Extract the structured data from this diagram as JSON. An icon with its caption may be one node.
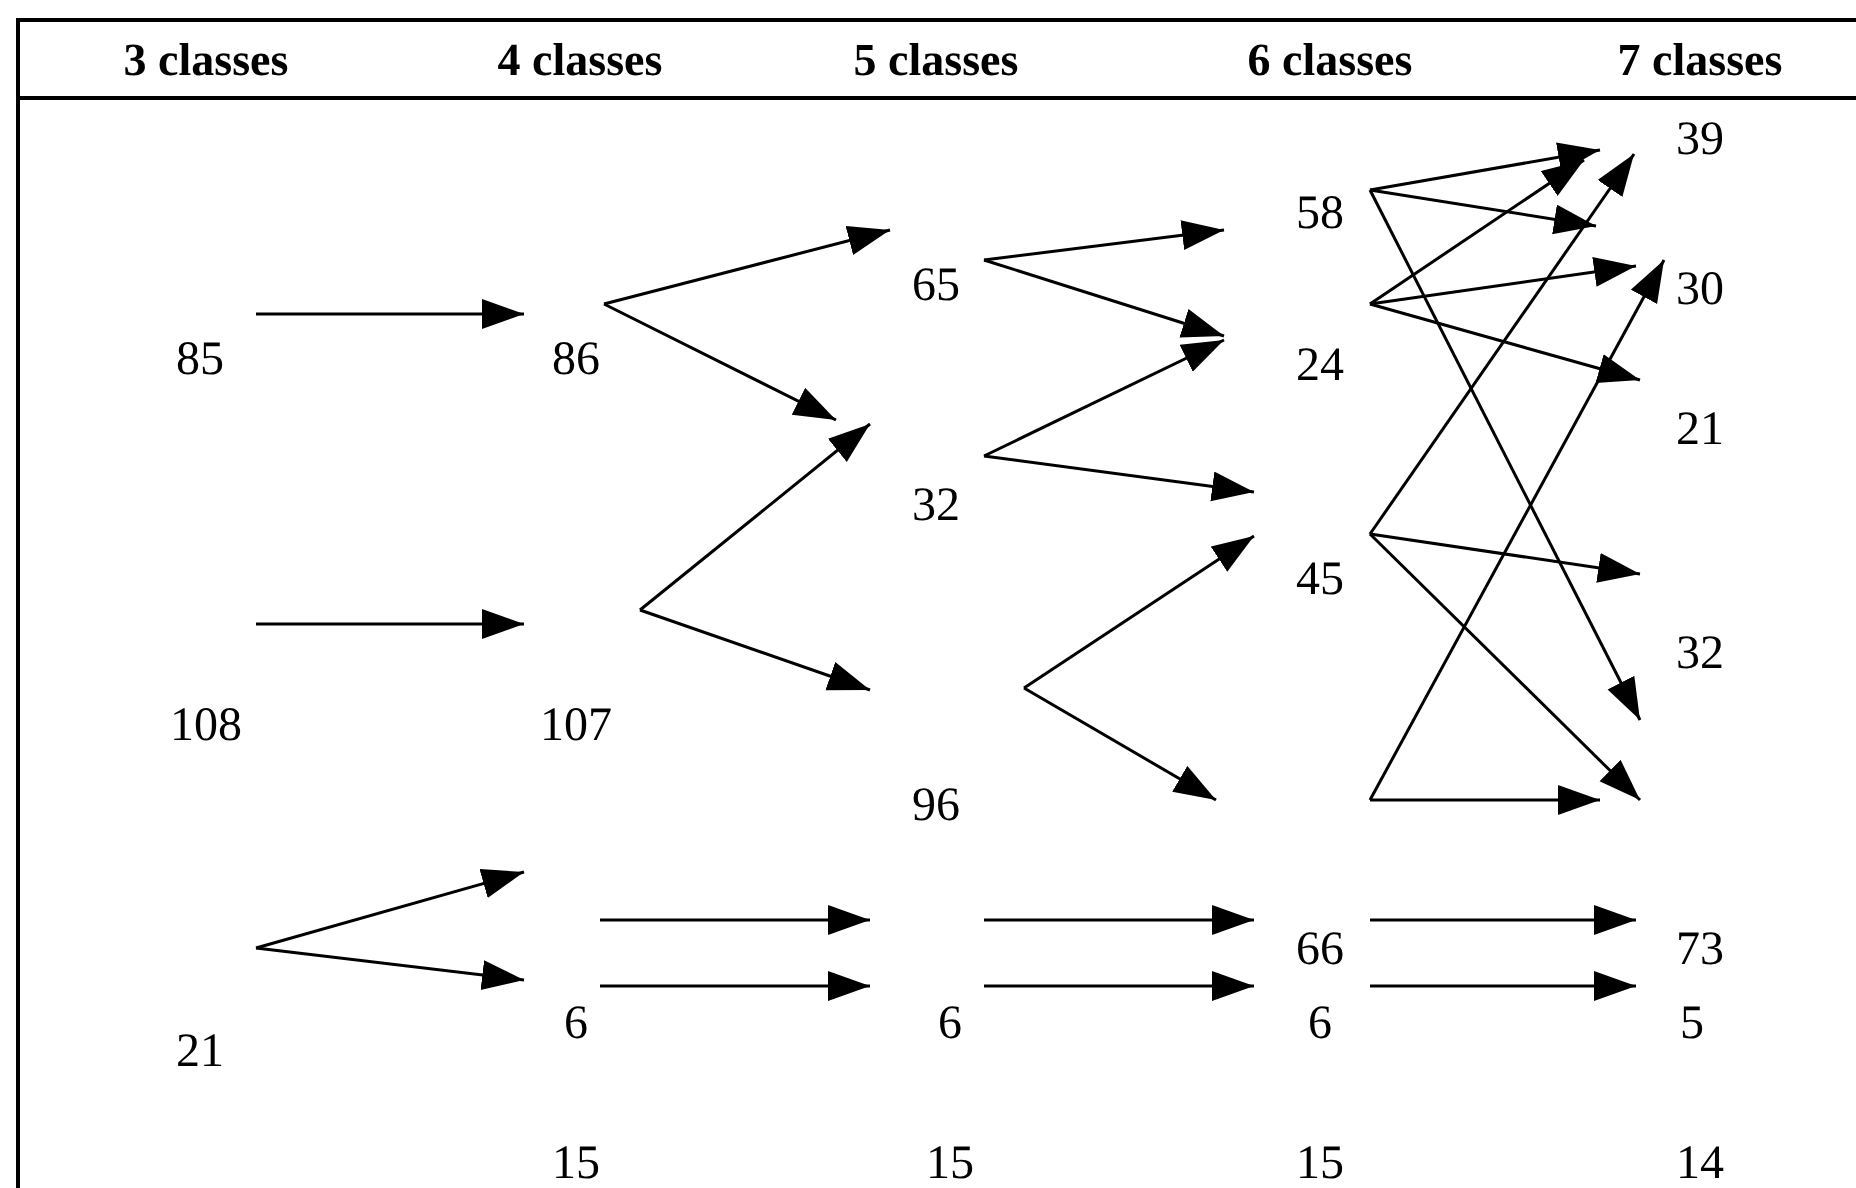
{
  "diagram": {
    "nodes": [
      {
        "text": [
          "85"
        ]
      },
      {
        "text": [
          "108"
        ]
      },
      {
        "text": [
          "21"
        ]
      },
      {
        "text": [
          "86"
        ]
      },
      {
        "text": [
          "107"
        ]
      },
      {
        "text": [
          "6"
        ]
      },
      {
        "text": [
          "15"
        ]
      },
      {
        "text": [
          "65"
        ]
      },
      {
        "text": [
          "32"
        ]
      },
      {
        "text": [
          "96"
        ]
      },
      {
        "text": [
          "6"
        ]
      },
      {
        "text": [
          "15"
        ]
      },
      {
        "text": [
          "58"
        ]
      },
      {
        "text": [
          "24"
        ]
      },
      {
        "text": [
          "45"
        ]
      },
      {
        "text": [
          "66"
        ]
      },
      {
        "text": [
          "6"
        ]
      },
      {
        "text": [
          "15"
        ]
      },
      {
        "text": [
          "39"
        ]
      },
      {
        "text": [
          "30"
        ]
      },
      {
        "text": [
          "21"
        ]
      },
      {
        "text": [
          "32"
        ]
      },
      {
        "text": [
          "73"
        ]
      },
      {
        "text": [
          "5"
        ]
      },
      {
        "text": [
          "14"
        ]
      }
    ],
    "edges": [
      {
        "from": 0,
        "to": 3,
        "arrow": "to"
      },
      {
        "from": 1,
        "to": 4,
        "arrow": "to"
      },
      {
        "from": 2,
        "to": null,
        "arrow": "to"
      },
      {
        "from": 2,
        "to": 5,
        "arrow": "to"
      },
      {
        "from": 3,
        "to": 7,
        "arrow": "to"
      },
      {
        "from": 3,
        "to": 8,
        "arrow": "to"
      },
      {
        "from": 4,
        "to": 8,
        "arrow": "to"
      },
      {
        "from": 4,
        "to": 9,
        "arrow": "to"
      },
      {
        "from": 5,
        "to": 10,
        "arrow": "to"
      },
      {
        "from": 5,
        "to": 10,
        "arrow": "to"
      },
      {
        "from": 7,
        "to": 12,
        "arrow": "to"
      },
      {
        "from": 7,
        "to": 13,
        "arrow": "to"
      },
      {
        "from": 8,
        "to": 13,
        "arrow": "to"
      },
      {
        "from": 8,
        "to": 14,
        "arrow": "to"
      },
      {
        "from": 9,
        "to": 14,
        "arrow": "to"
      },
      {
        "from": 9,
        "to": 15,
        "arrow": "to"
      },
      {
        "from": 10,
        "to": 15,
        "arrow": "to"
      },
      {
        "from": 10,
        "to": 16,
        "arrow": "to"
      },
      {
        "from": 12,
        "to": 18,
        "arrow": "to"
      },
      {
        "from": 12,
        "to": 19,
        "arrow": "to"
      },
      {
        "from": 12,
        "to": 21,
        "arrow": "to"
      },
      {
        "from": 13,
        "to": 18,
        "arrow": "to"
      },
      {
        "from": 13,
        "to": 19,
        "arrow": "to"
      },
      {
        "from": 13,
        "to": 20,
        "arrow": "to"
      },
      {
        "from": 14,
        "to": 18,
        "arrow": "to"
      },
      {
        "from": 14,
        "to": 21,
        "arrow": "to"
      },
      {
        "from": 14,
        "to": 22,
        "arrow": "to"
      },
      {
        "from": 15,
        "to": 19,
        "arrow": "to"
      },
      {
        "from": 15,
        "to": 22,
        "arrow": "to"
      },
      {
        "from": 15,
        "to": 22,
        "arrow": "to"
      },
      {
        "from": 16,
        "to": 23,
        "arrow": "to"
      }
    ],
    "labels": [
      "3 classes",
      "4 classes",
      "5 classes",
      "6 classes",
      "7 classes"
    ]
  }
}
